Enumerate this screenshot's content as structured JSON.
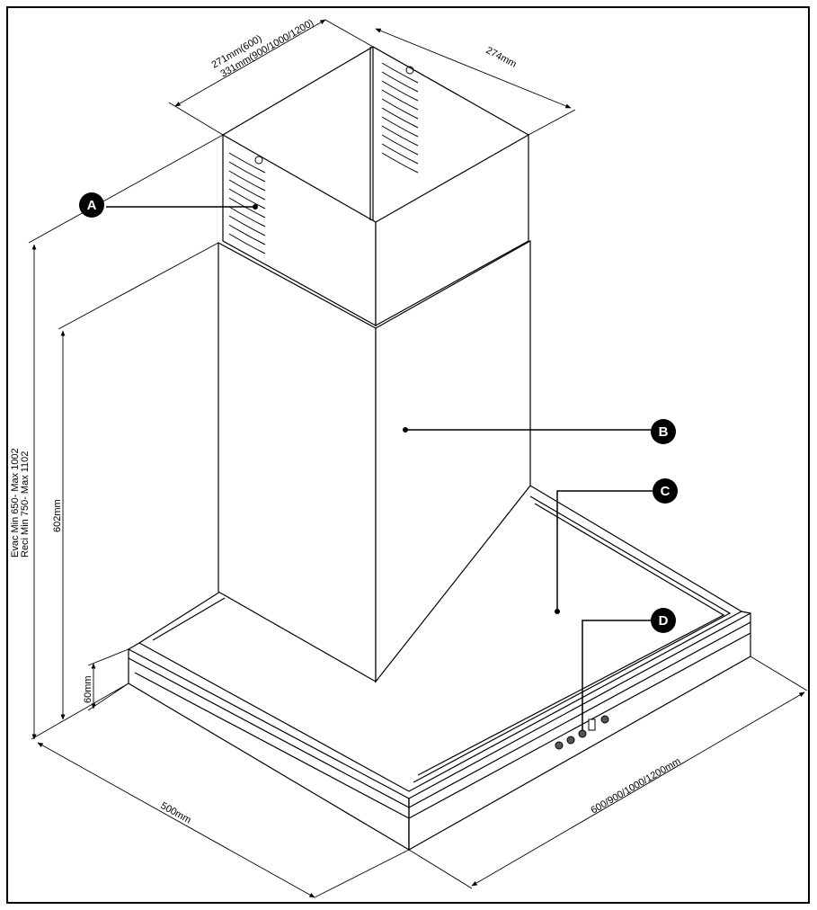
{
  "dimensions": {
    "chimney_width": "271mm(600)",
    "chimney_width_alt": "331mm(900/1000/1200)",
    "chimney_depth": "274mm",
    "overall_height_evac": "Evac Min 650- Max 1002",
    "overall_height_reci": "Reci Min 750- Max 1102",
    "lower_chimney_height": "602mm",
    "canopy_height": "60mm",
    "canopy_depth": "500mm",
    "canopy_width": "600/900/1000/1200mm"
  },
  "callouts": [
    {
      "letter": "A"
    },
    {
      "letter": "B"
    },
    {
      "letter": "C"
    },
    {
      "letter": "D"
    }
  ]
}
